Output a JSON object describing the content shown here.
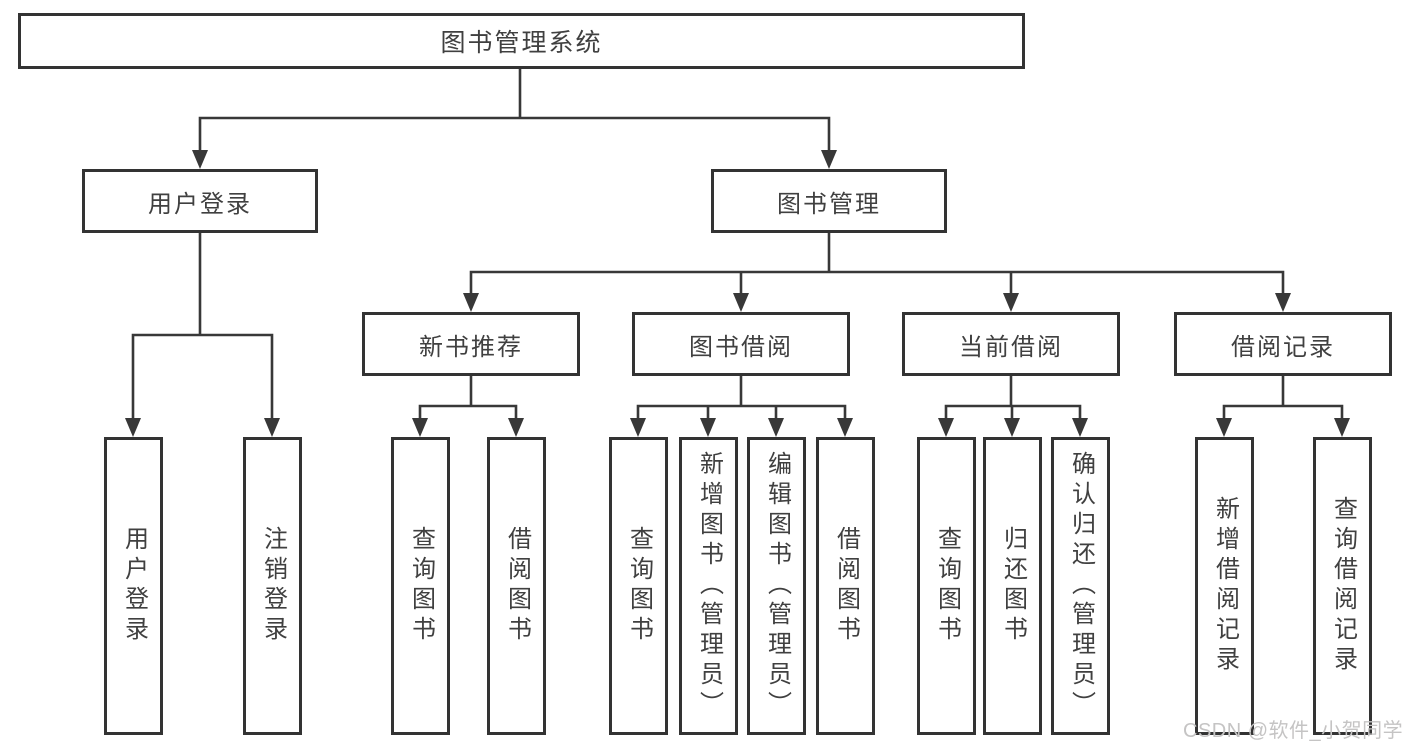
{
  "colors": {
    "background": "#ffffff",
    "line": "#383838",
    "box_border": "#333333",
    "text": "#404040",
    "watermark_text": "#c5c4c4"
  },
  "root": {
    "label": "图书管理系统"
  },
  "branches": {
    "user_login": {
      "label": "用户登录",
      "children": {
        "login": "用户登录",
        "logout": "注销登录"
      }
    },
    "book_mgmt": {
      "label": "图书管理",
      "sections": {
        "new_book": {
          "label": "新书推荐",
          "children": {
            "query": "查询图书",
            "borrow": "借阅图书"
          }
        },
        "borrowing": {
          "label": "图书借阅",
          "children": {
            "query": "查询图书",
            "add": "新增图书（管理员）",
            "edit": "编辑图书（管理员）",
            "borrow": "借阅图书"
          }
        },
        "current": {
          "label": "当前借阅",
          "children": {
            "query": "查询图书",
            "return": "归还图书",
            "confirm": "确认归还（管理员）"
          }
        },
        "records": {
          "label": "借阅记录",
          "children": {
            "add": "新增借阅记录",
            "query": "查询借阅记录"
          }
        }
      }
    }
  },
  "watermark": {
    "text": "CSDN @软件_小贺同学"
  }
}
